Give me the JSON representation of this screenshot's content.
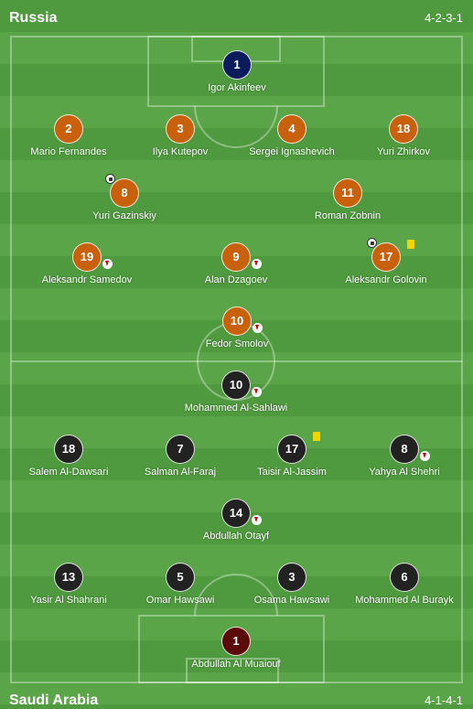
{
  "home": {
    "team": "Russia",
    "formation": "4-2-3-1",
    "players": [
      {
        "number": "1",
        "name": "Igor Akinfeev",
        "gk": true
      },
      {
        "number": "2",
        "name": "Mario Fernandes"
      },
      {
        "number": "3",
        "name": "Ilya Kutepov"
      },
      {
        "number": "4",
        "name": "Sergei Ignashevich"
      },
      {
        "number": "18",
        "name": "Yuri Zhirkov"
      },
      {
        "number": "8",
        "name": "Yuri Gazinskiy",
        "goal": true
      },
      {
        "number": "11",
        "name": "Roman Zobnin"
      },
      {
        "number": "19",
        "name": "Aleksandr Samedov",
        "sub": true
      },
      {
        "number": "9",
        "name": "Alan Dzagoev",
        "sub": true
      },
      {
        "number": "17",
        "name": "Aleksandr Golovin",
        "goal": true,
        "yellow": true
      },
      {
        "number": "10",
        "name": "Fedor Smolov",
        "sub": true
      }
    ]
  },
  "away": {
    "team": "Saudi Arabia",
    "formation": "4-1-4-1",
    "players": [
      {
        "number": "10",
        "name": "Mohammed Al-Sahlawi",
        "sub": true
      },
      {
        "number": "18",
        "name": "Salem Al-Dawsari"
      },
      {
        "number": "7",
        "name": "Salman Al-Faraj"
      },
      {
        "number": "17",
        "name": "Taisir Al-Jassim",
        "yellow": true
      },
      {
        "number": "8",
        "name": "Yahya Al Shehri",
        "sub": true
      },
      {
        "number": "14",
        "name": "Abdullah Otayf",
        "sub": true
      },
      {
        "number": "13",
        "name": "Yasir Al Shahrani"
      },
      {
        "number": "5",
        "name": "Omar Hawsawi"
      },
      {
        "number": "3",
        "name": "Osama Hawsawi"
      },
      {
        "number": "6",
        "name": "Mohammed Al Burayk"
      },
      {
        "number": "1",
        "name": "Abdullah Al Muaiouf",
        "gk": true
      }
    ]
  },
  "colors": {
    "home": "#c8600c",
    "away": "#222222",
    "home_gk": "#0b1b5c",
    "away_gk": "#5c0b0b",
    "grass": "#5aa548"
  }
}
